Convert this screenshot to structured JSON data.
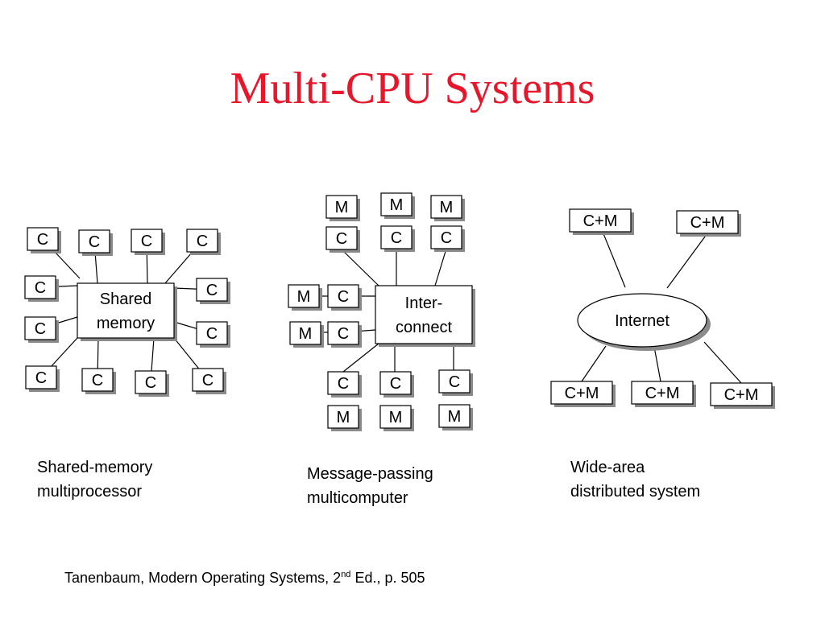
{
  "title": "Multi-CPU Systems",
  "diagram1": {
    "center_label": [
      "Shared",
      "memory"
    ],
    "node_label": "C",
    "caption": [
      "Shared-memory",
      "multiprocessor"
    ]
  },
  "diagram2": {
    "center_label": [
      "Inter-",
      "connect"
    ],
    "cpu_label": "C",
    "mem_label": "M",
    "caption": [
      "Message-passing",
      "multicomputer"
    ]
  },
  "diagram3": {
    "center_label": "Internet",
    "node_label": "C+M",
    "caption": [
      "Wide-area",
      "distributed system"
    ]
  },
  "footer": {
    "text_before": "Tanenbaum, Modern Operating Systems, 2",
    "superscript": "nd",
    "text_after": " Ed., p. 505"
  }
}
